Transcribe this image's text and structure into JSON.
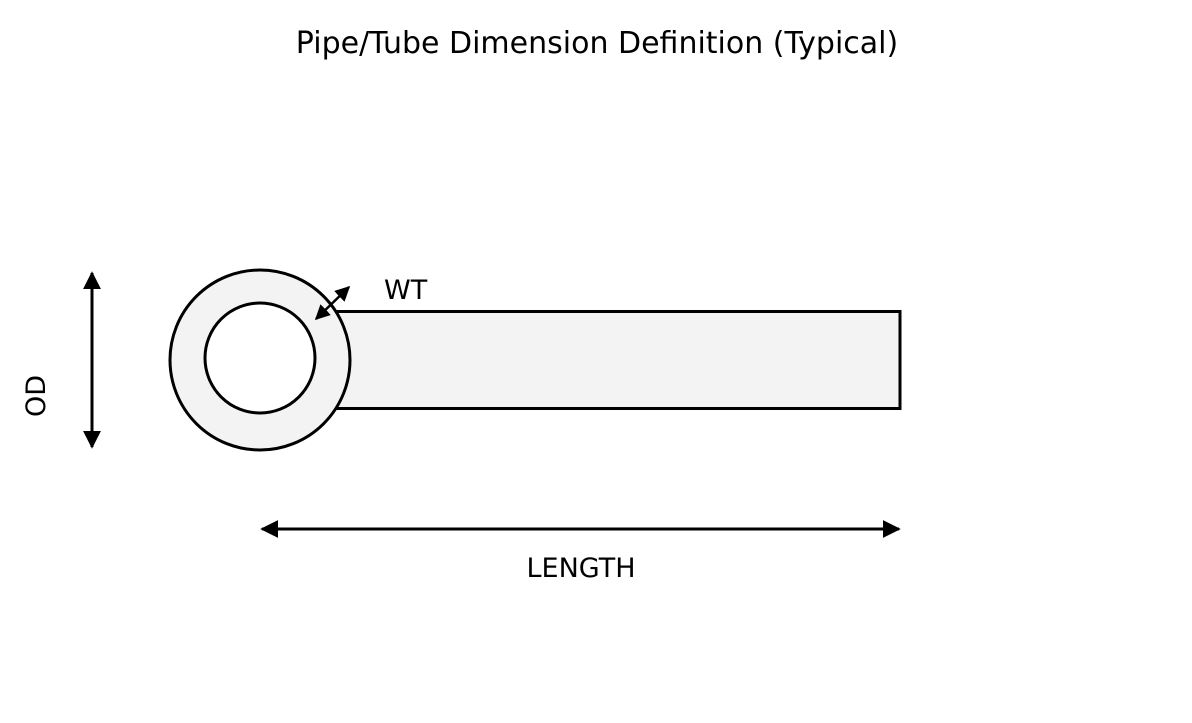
{
  "title": "Pipe/Tube Dimension Definition (Typical)",
  "labels": {
    "od": "OD",
    "wt": "WT",
    "length": "LENGTH"
  },
  "colors": {
    "background": "#ffffff",
    "pipe_fill": "#f3f3f3",
    "bore_fill": "#ffffff",
    "stroke": "#000000",
    "text": "#000000"
  }
}
